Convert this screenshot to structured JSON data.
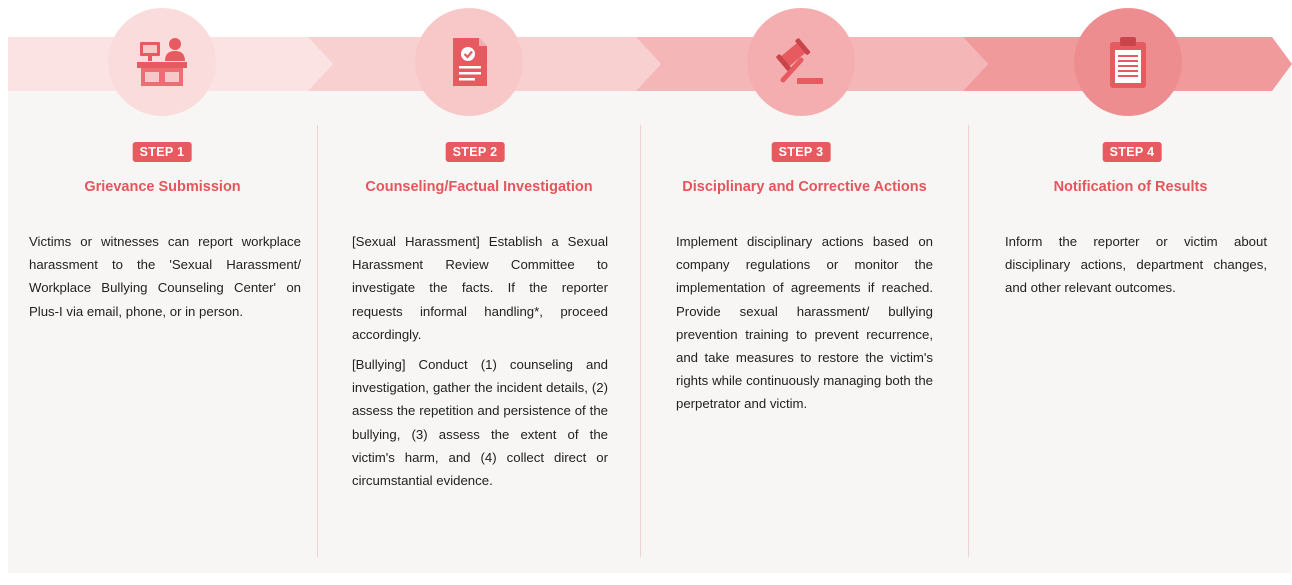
{
  "colors": {
    "accent": "#e65a60",
    "arrow1": "#fbe3e3",
    "arrow2": "#f9d0d0",
    "arrow3": "#f5b6b7",
    "arrow4": "#f09a9c",
    "circle1": "#fbdcdc",
    "circle2": "#f8c8c9",
    "circle3": "#f4aeb0",
    "circle4": "#ee8d90"
  },
  "steps": [
    {
      "badge": "STEP 1",
      "icon": "reception-desk-icon",
      "title": "Grievance Submission",
      "paragraphs": [
        "Victims or witnesses can report workplace harassment to the 'Sexual Harassment/ Workplace  Bullying Counseling Center' on Plus-I via email, phone, or in person."
      ]
    },
    {
      "badge": "STEP 2",
      "icon": "checked-document-icon",
      "title": "Counseling/Factual Investigation",
      "paragraphs": [
        "[Sexual Harassment] Establish a Sexual Harassment  Review Committee to investigate the facts. If the reporter requests informal handling*, proceed accordingly.",
        "[Bullying] Conduct (1) counseling and investigation, gather the incident details, (2) assess the repetition and persistence of the bullying, (3) assess the extent of the victim's harm, and (4) collect direct or circumstantial evidence."
      ]
    },
    {
      "badge": "STEP 3",
      "icon": "gavel-icon",
      "title": "Disciplinary and Corrective Actions",
      "paragraphs": [
        "Implement disciplinary actions based on company regulations or monitor the implementation of agreements if reached. Provide sexual harassment/ bullying prevention training to prevent recurrence, and take measures to restore the victim's rights while continuously managing both the perpetrator and victim."
      ]
    },
    {
      "badge": "STEP 4",
      "icon": "clipboard-icon",
      "title": "Notification of Results",
      "paragraphs": [
        "Inform the reporter or victim about disciplinary actions, department changes, and other relevant outcomes."
      ]
    }
  ]
}
